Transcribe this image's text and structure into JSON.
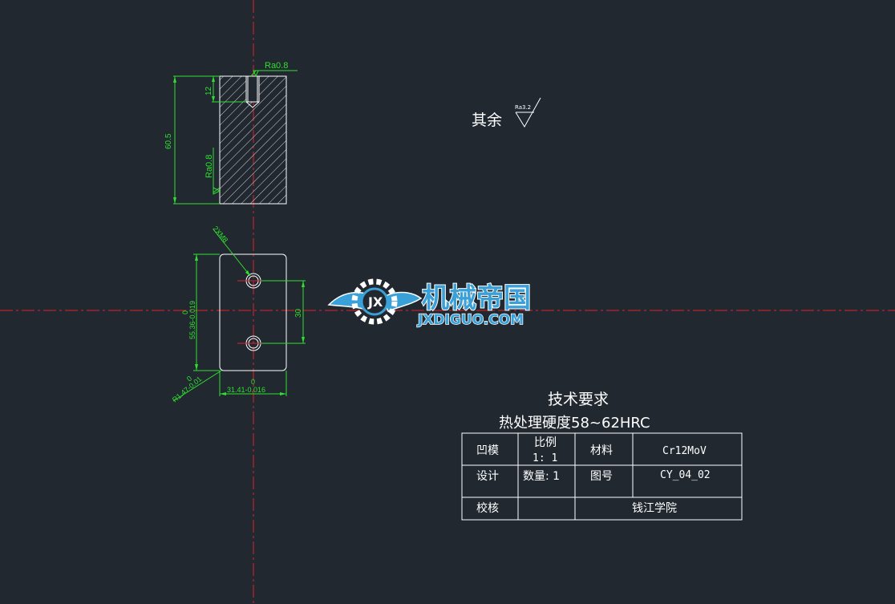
{
  "view_top": {
    "roughness_top": "Ra0.8",
    "roughness_side": "Ra0.8",
    "dim_depth": "12",
    "dim_height": "60.5"
  },
  "view_bottom": {
    "hole_callout": "2XM8",
    "dim_hole_spacing": "30",
    "dim_width_upper": "0",
    "dim_width": "31.41-0.016",
    "dim_height_upper": "0",
    "dim_height": "55.36-0.019",
    "dim_radius_upper": "0",
    "dim_radius": "R1.47-0.01"
  },
  "remaining_roughness": {
    "label": "其余",
    "value": "Ra3.2"
  },
  "watermark": {
    "title": "机械帝国",
    "url": "JXDIGUO.COM"
  },
  "requirements": {
    "heading": "技术要求",
    "line1": "热处理硬度58~62HRC"
  },
  "title_block": {
    "part_name": "凹模",
    "scale_label": "比例",
    "scale_value": "1: 1",
    "material_label": "材料",
    "material_value": "Cr12MoV",
    "design_label": "设计",
    "quantity": "数量: 1",
    "drawing_no_label": "图号",
    "drawing_no": "CY_04_02",
    "check_label": "校核",
    "school": "钱江学院"
  },
  "colors": {
    "background": "#212830",
    "outline": "#ffffff",
    "dimension": "#2fe02f",
    "centerline": "#e0202a",
    "watermark_blue": "#3aa0d8"
  }
}
